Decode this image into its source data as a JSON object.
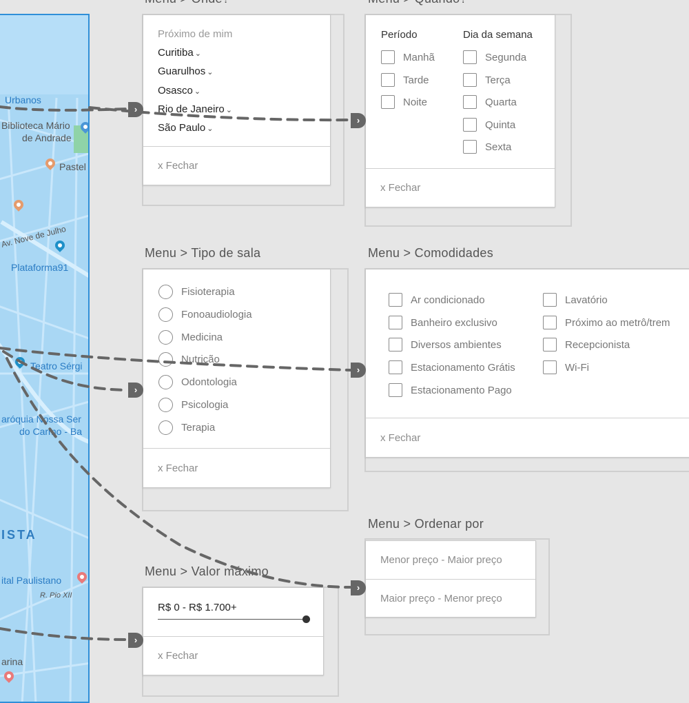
{
  "map": {
    "labels": [
      "Urbanos",
      "Biblioteca Mário",
      "de Andrade",
      "Pastel",
      "Av. Nove de Julho",
      "Plataforma91",
      "Teatro Sérgi",
      "aróquia Nossa Ser",
      "do Carmo - Ba",
      "ISTA",
      "ital Paulistano",
      "R. Pio XII",
      "arina"
    ]
  },
  "onde": {
    "title": "Menu > Onde?",
    "hint": "Próximo de mim",
    "items": [
      "Curitiba",
      "Guarulhos",
      "Osasco",
      "Rio de Janeiro",
      "São Paulo"
    ],
    "close": "x Fechar"
  },
  "quando": {
    "title": "Menu > Quando?",
    "periodo_label": "Período",
    "dia_label": "Dia da semana",
    "periodos": [
      "Manhã",
      "Tarde",
      "Noite"
    ],
    "dias": [
      "Segunda",
      "Terça",
      "Quarta",
      "Quinta",
      "Sexta"
    ],
    "close": "x Fechar"
  },
  "tipo": {
    "title": "Menu > Tipo de sala",
    "items": [
      "Fisioterapia",
      "Fonoaudiologia",
      "Medicina",
      "Nutrição",
      "Odontologia",
      "Psicologia",
      "Terapia"
    ],
    "close": "x Fechar"
  },
  "comodidades": {
    "title": "Menu > Comodidades",
    "col1": [
      "Ar condicionado",
      "Banheiro exclusivo",
      "Diversos ambientes",
      "Estacionamento Grátis",
      "Estacionamento Pago"
    ],
    "col2": [
      "Lavatório",
      "Próximo ao metrô/trem",
      "Recepcionista",
      "Wi-Fi"
    ],
    "close": "x Fechar"
  },
  "ordenar": {
    "title": "Menu > Ordenar por",
    "options": [
      "Menor preço - Maior preço",
      "Maior preço - Menor preço"
    ]
  },
  "valor": {
    "title": "Menu > Valor máximo",
    "range_label": "R$ 0 - R$ 1.700+",
    "close": "x Fechar"
  }
}
